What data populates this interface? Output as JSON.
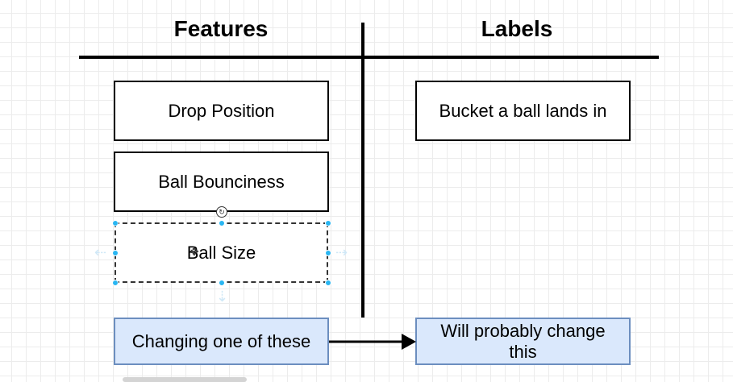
{
  "features_heading": "Features",
  "labels_heading": "Labels",
  "features": [
    {
      "label": "Drop Position"
    },
    {
      "label": "Ball Bounciness"
    },
    {
      "label": "Ball Size"
    }
  ],
  "labels": [
    {
      "label": "Bucket a ball lands in"
    }
  ],
  "bottom_left": "Changing one of these",
  "bottom_right": "Will probably change this",
  "colors": {
    "accent_fill": "#dae8fc",
    "accent_border": "#6c8ebf",
    "selection_handle": "#29b6f2"
  }
}
